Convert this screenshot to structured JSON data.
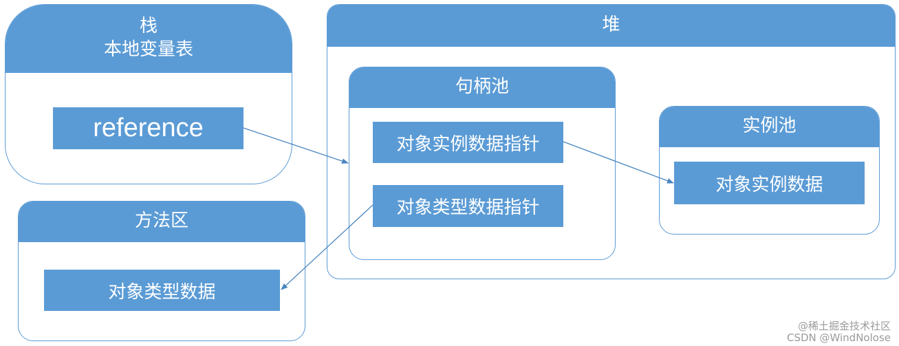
{
  "stack": {
    "title": "栈",
    "subtitle": "本地变量表",
    "reference": "reference"
  },
  "method_area": {
    "title": "方法区",
    "object_type_data": "对象类型数据"
  },
  "heap": {
    "title": "堆",
    "handle_pool": {
      "title": "句柄池",
      "instance_pointer": "对象实例数据指针",
      "type_pointer": "对象类型数据指针"
    },
    "instance_pool": {
      "title": "实例池",
      "instance_data": "对象实例数据"
    }
  },
  "watermark": {
    "line1": "@稀土掘金技术社区",
    "line2": "CSDN @WindNolose"
  },
  "colors": {
    "accent": "#5b9bd5",
    "arrow": "#4a86c0",
    "text_on_accent": "#ffffff"
  }
}
